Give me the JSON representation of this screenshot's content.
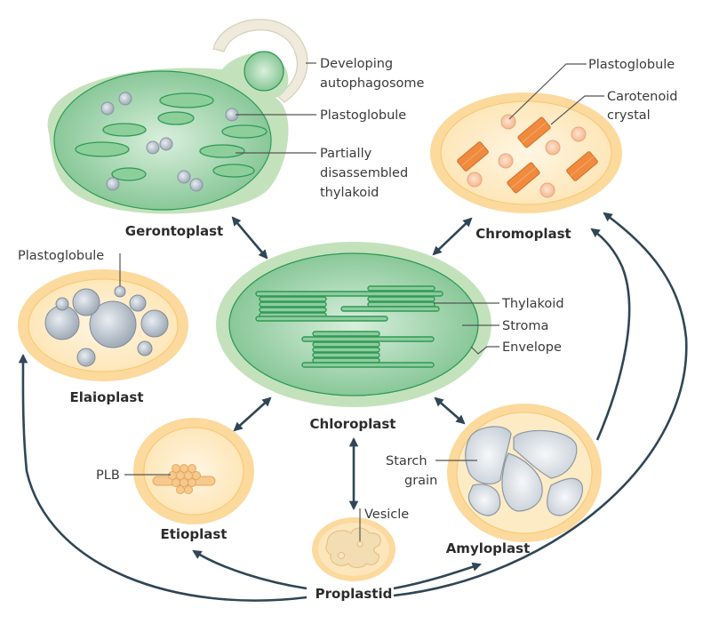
{
  "diagram": {
    "title": "Plastid interconversion",
    "plastids": {
      "gerontoplast": {
        "name": "Gerontoplast",
        "labels": {
          "autophagosome": [
            "Developing",
            "autophagosome"
          ],
          "plastoglobule": "Plastoglobule",
          "thylakoid": [
            "Partially",
            "disassembled",
            "thylakoid"
          ]
        }
      },
      "chromoplast": {
        "name": "Chromoplast",
        "labels": {
          "plastoglobule": "Plastoglobule",
          "carotenoid": [
            "Carotenoid",
            "crystal"
          ]
        }
      },
      "elaioplast": {
        "name": "Elaioplast",
        "labels": {
          "plastoglobule": "Plastoglobule"
        }
      },
      "chloroplast": {
        "name": "Chloroplast",
        "labels": {
          "thylakoid": "Thylakoid",
          "stroma": "Stroma",
          "envelope": "Envelope"
        }
      },
      "etioplast": {
        "name": "Etioplast",
        "labels": {
          "plb": "PLB"
        }
      },
      "proplastid": {
        "name": "Proplastid",
        "labels": {
          "vesicle": "Vesicle"
        }
      },
      "amyloplast": {
        "name": "Amyloplast",
        "labels": {
          "starch": [
            "Starch",
            "grain"
          ]
        }
      }
    },
    "conversions": [
      {
        "from": "Chloroplast",
        "to": "Gerontoplast",
        "type": "bidirectional"
      },
      {
        "from": "Chloroplast",
        "to": "Chromoplast",
        "type": "bidirectional"
      },
      {
        "from": "Chloroplast",
        "to": "Etioplast",
        "type": "bidirectional"
      },
      {
        "from": "Chloroplast",
        "to": "Amyloplast",
        "type": "bidirectional"
      },
      {
        "from": "Chloroplast",
        "to": "Proplastid",
        "type": "bidirectional"
      },
      {
        "from": "Proplastid",
        "to": "Elaioplast",
        "type": "directed"
      },
      {
        "from": "Proplastid",
        "to": "Etioplast",
        "type": "directed"
      },
      {
        "from": "Proplastid",
        "to": "Amyloplast",
        "type": "directed"
      },
      {
        "from": "Proplastid",
        "to": "Chromoplast",
        "type": "directed"
      },
      {
        "from": "Amyloplast",
        "to": "Chromoplast",
        "type": "directed"
      }
    ],
    "colors": {
      "green_outer": "#bfe0b7",
      "green_inner": "#7fc48f",
      "green_stroke": "#2e9a55",
      "yellow_outer": "#fbd99a",
      "yellow_inner": "#fdeac4",
      "orange_crystal": "#ee8a3e",
      "globule_gray": "#a9b4c0",
      "arrow": "#2f4656"
    }
  }
}
